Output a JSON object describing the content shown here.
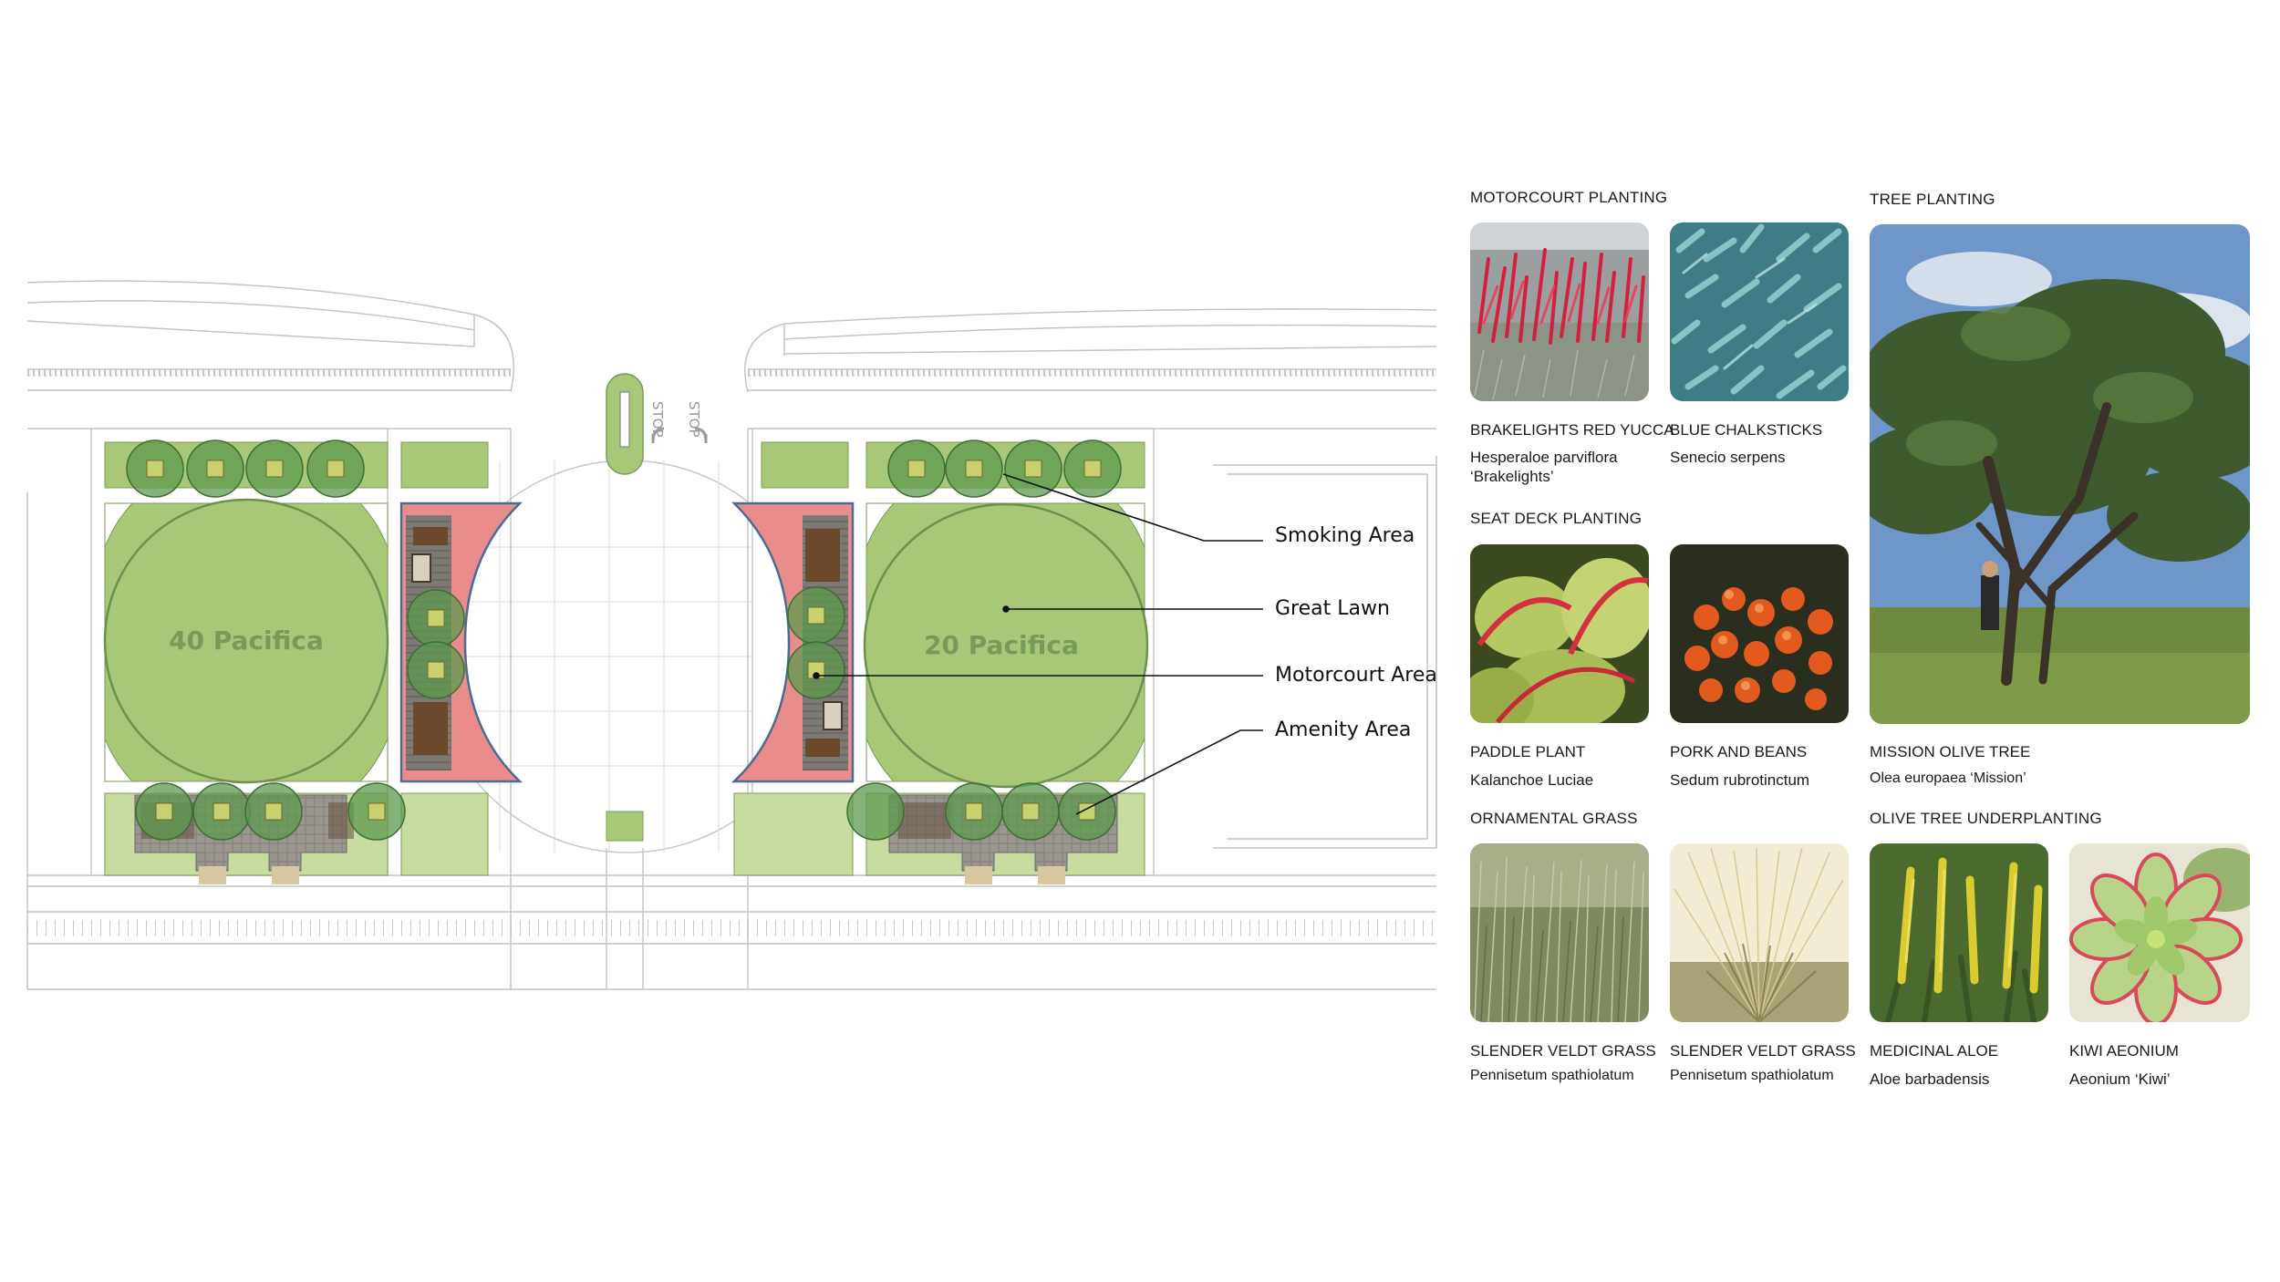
{
  "plan": {
    "buildings": [
      {
        "label": "40 Pacifica"
      },
      {
        "label": "20 Pacifica"
      }
    ],
    "road_marking": "STOP",
    "callouts": [
      "Smoking Area",
      "Great Lawn",
      "Motorcourt Area",
      "Amenity Area"
    ]
  },
  "palette": {
    "sections": {
      "motorcourt": "MOTORCOURT PLANTING",
      "seat_deck": "SEAT DECK PLANTING",
      "ornamental": "ORNAMENTAL GRASS",
      "tree": "TREE PLANTING",
      "underplanting": "OLIVE TREE UNDERPLANTING"
    },
    "plants": [
      {
        "common": "BRAKELIGHTS RED YUCCA",
        "botanical": "Hesperaloe parviflora",
        "botanical2": "‘Brakelights’",
        "image": "red-yucca-photo"
      },
      {
        "common": "BLUE CHALKSTICKS",
        "botanical": "Senecio serpens",
        "image": "blue-chalksticks-photo"
      },
      {
        "common": "PADDLE PLANT",
        "botanical": "Kalanchoe Luciae",
        "image": "paddle-plant-photo"
      },
      {
        "common": "PORK AND BEANS",
        "botanical": "Sedum rubrotinctum",
        "image": "pork-and-beans-photo"
      },
      {
        "common": "SLENDER VELDT GRASS",
        "botanical": "Pennisetum spathiolatum",
        "image": "veldt-grass-photo"
      },
      {
        "common": "SLENDER VELDT GRASS",
        "botanical": "Pennisetum spathiolatum",
        "image": "veldt-grass-backlit-photo"
      },
      {
        "common": "MISSION OLIVE TREE",
        "botanical": "Olea europaea ‘Mission’",
        "image": "olive-tree-photo"
      },
      {
        "common": "MEDICINAL ALOE",
        "botanical": "Aloe barbadensis",
        "image": "aloe-photo"
      },
      {
        "common": "KIWI AEONIUM",
        "botanical": "Aeonium ‘Kiwi’",
        "image": "aeonium-photo"
      }
    ]
  },
  "colors": {
    "lawn": "#a8c878",
    "lawn_light": "#c8dca0",
    "tree_canopy": "#5e9a4e",
    "deck_pink": "#ea8c8c",
    "deck_blue": "#8fb4d6",
    "paving_grey": "#8a8580",
    "linework": "#b4b4b4"
  }
}
